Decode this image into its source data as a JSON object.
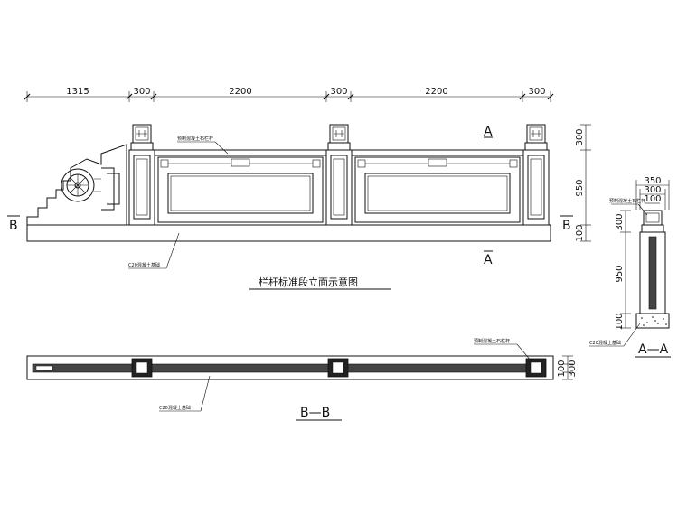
{
  "elevation": {
    "title": "栏杆标准段立面示意图",
    "dims_top": [
      "1315",
      "300",
      "2200",
      "300",
      "2200",
      "300"
    ],
    "dims_right": [
      "300",
      "950",
      "100"
    ],
    "label_rail": "预制混凝土石栏杆",
    "label_base": "C20混凝土基础",
    "section_mark_a": "A",
    "section_mark_b": "B"
  },
  "section_aa": {
    "title": "A—A",
    "dims_top": [
      "350",
      "300",
      "100"
    ],
    "dims_left": [
      "300",
      "950",
      "100"
    ],
    "label_rail": "预制混凝土石栏杆",
    "label_base": "C20混凝土基础"
  },
  "plan_bb": {
    "title": "B—B",
    "label_rail": "预制混凝土石栏杆",
    "label_base": "C20混凝土基础",
    "dims_right": [
      "100",
      "300"
    ]
  }
}
